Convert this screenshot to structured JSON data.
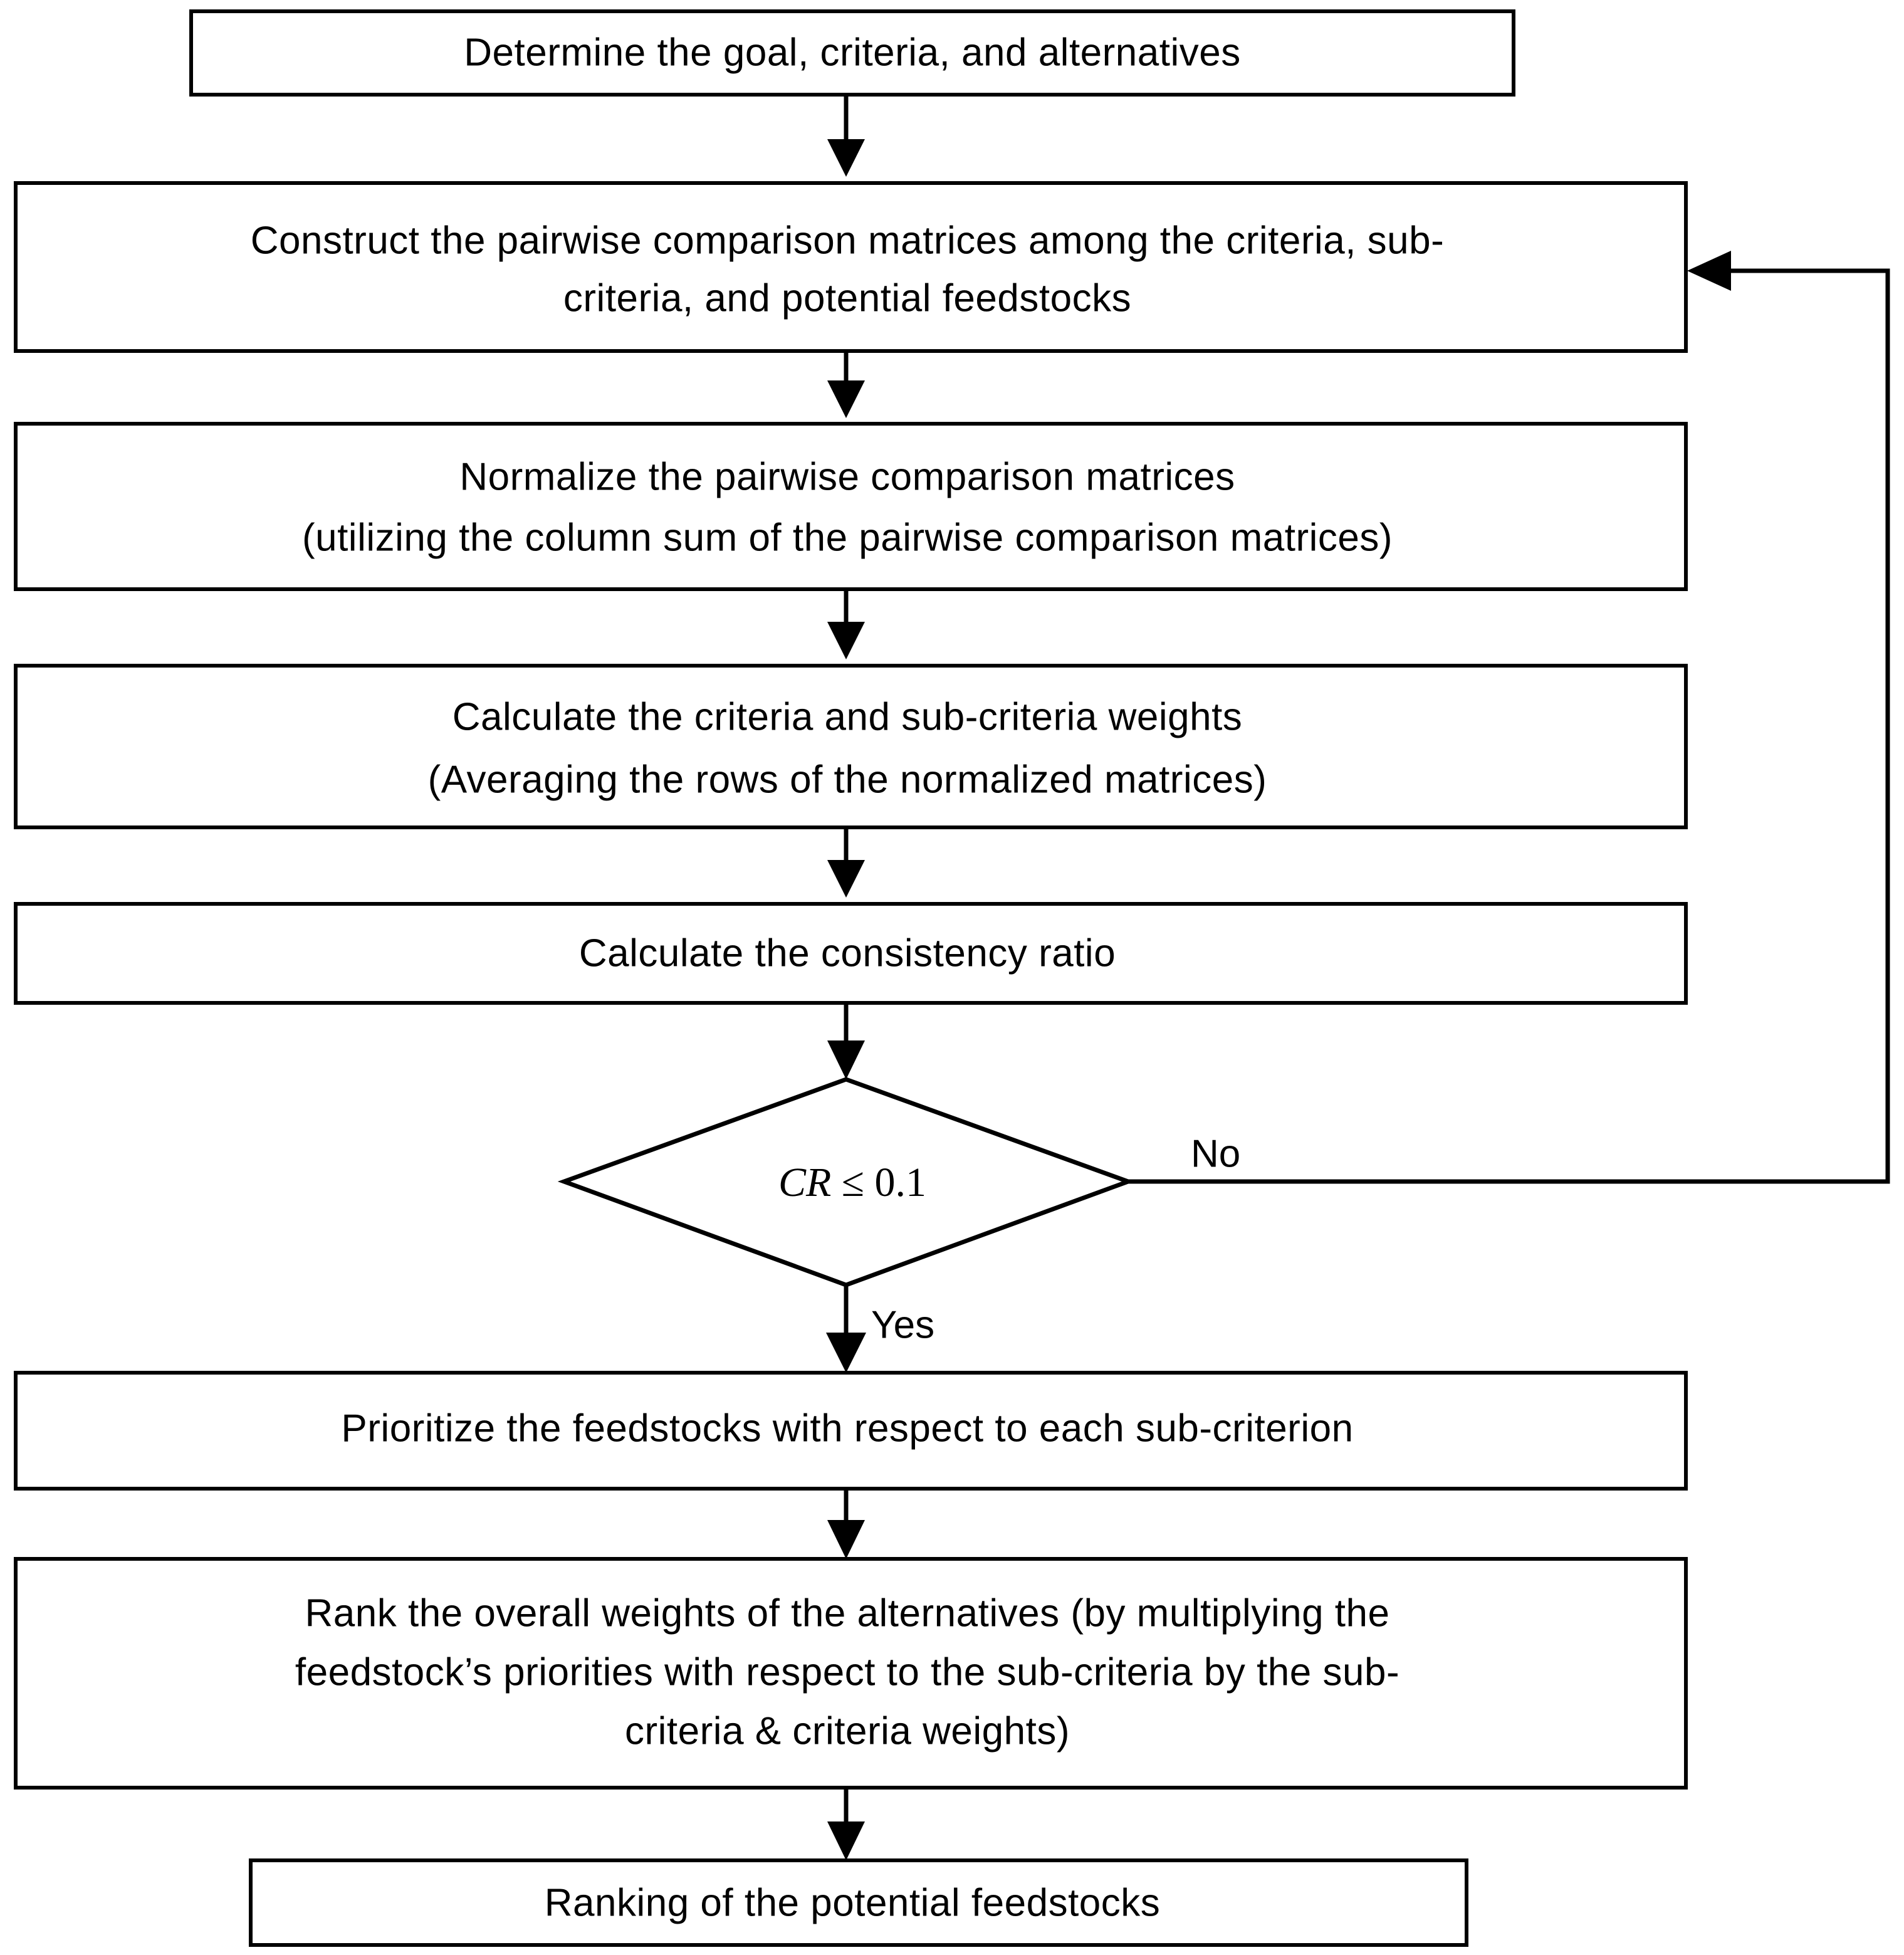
{
  "diagram": {
    "title": "AHP methodology flowchart",
    "type": "flowchart",
    "colors": {
      "background": "#ffffff",
      "stroke": "#000000",
      "fill": "#ffffff",
      "text": "#000000"
    },
    "nodes": [
      {
        "id": "n1",
        "shape": "process",
        "lines": [
          "Determine  the goal, criteria, and alternatives"
        ]
      },
      {
        "id": "n2",
        "shape": "process",
        "lines": [
          "Construct  the pairwise  comparison  matrices among  the criteria, sub-",
          "criteria, and potential  feedstocks"
        ]
      },
      {
        "id": "n3",
        "shape": "process",
        "lines": [
          "Normalize  the pairwise comparison  matrices",
          "(utilizing  the column  sum of the pairwise  comparison  matrices)"
        ]
      },
      {
        "id": "n4",
        "shape": "process",
        "lines": [
          "Calculate  the criteria and sub-criteria weights",
          "(Averaging  the rows of the normalized  matrices)"
        ]
      },
      {
        "id": "n5",
        "shape": "process",
        "lines": [
          "Calculate  the consistency  ratio"
        ]
      },
      {
        "id": "n6",
        "shape": "decision",
        "lines": [
          "CR ≤ 0.1"
        ],
        "expr": {
          "variable": "CR",
          "operator": "≤",
          "value": "0.1"
        }
      },
      {
        "id": "n7",
        "shape": "process",
        "lines": [
          "Prioritize the feedstocks  with respect to each sub-criterion"
        ]
      },
      {
        "id": "n8",
        "shape": "process",
        "lines": [
          "Rank  the overall  weights  of the alternatives  (by multiplying  the",
          "feedstock’s  priorities with respect to the sub-criteria by the sub-",
          "criteria & criteria weights)"
        ]
      },
      {
        "id": "n9",
        "shape": "process",
        "lines": [
          "Ranking  of the potential  feedstocks"
        ]
      }
    ],
    "edge_labels": {
      "no": "No",
      "yes": "Yes"
    }
  }
}
